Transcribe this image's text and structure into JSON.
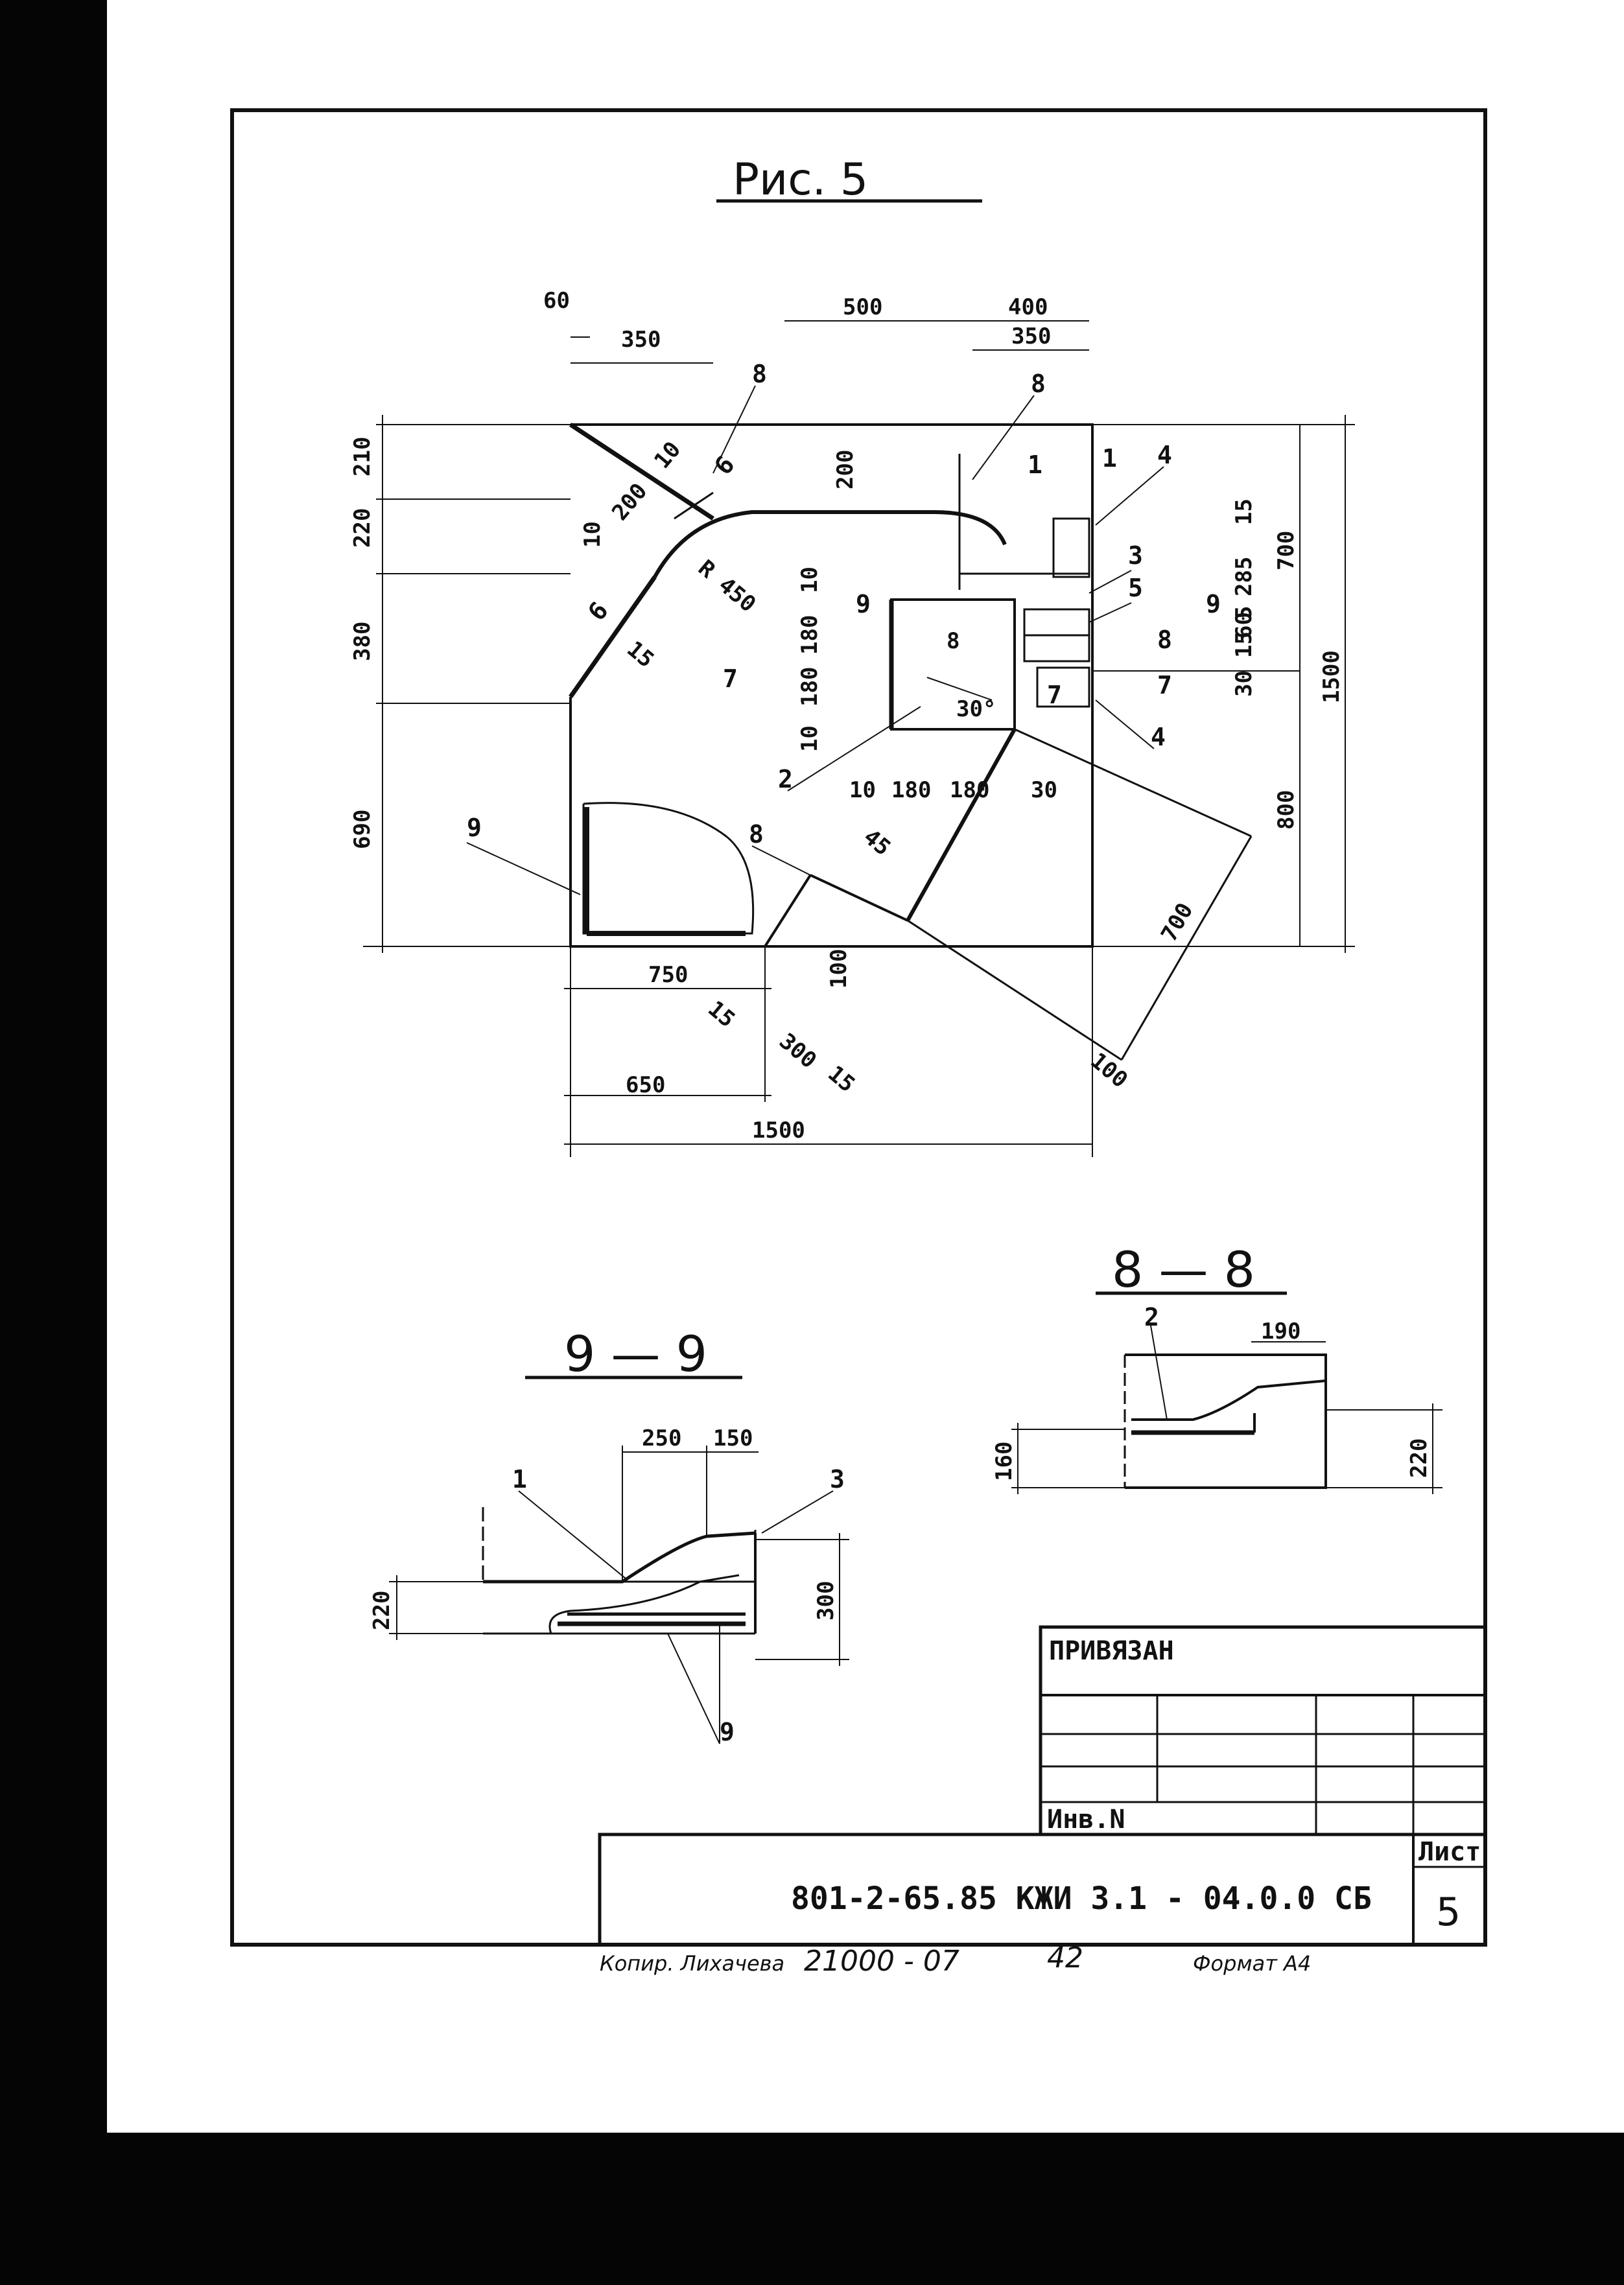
{
  "figure": {
    "title": "Рис. 5"
  },
  "plan": {
    "dims_top": [
      "60",
      "350",
      "500",
      "400",
      "350"
    ],
    "dims_left": [
      "210",
      "220",
      "380",
      "690"
    ],
    "dims_right": [
      "1500",
      "700",
      "800",
      "15",
      "285",
      "5",
      "30",
      "15",
      "60",
      "15",
      "5",
      "5"
    ],
    "dims_bottom": [
      "750",
      "650",
      "1500",
      "15",
      "300",
      "15",
      "100"
    ],
    "dims_inner": [
      "200",
      "10",
      "200",
      "10",
      "15",
      "R 450",
      "10",
      "180",
      "180",
      "10",
      "10",
      "180",
      "180",
      "30",
      "45",
      "700",
      "30°",
      "8",
      "100"
    ],
    "callouts": [
      "8",
      "8",
      "6",
      "6",
      "1",
      "1",
      "4",
      "3",
      "5",
      "9",
      "9",
      "8",
      "7",
      "7",
      "4",
      "2",
      "9",
      "8",
      "7"
    ]
  },
  "section_88": {
    "title": "8 — 8",
    "dims": [
      "190",
      "160",
      "220"
    ],
    "callouts": [
      "2"
    ]
  },
  "section_99": {
    "title": "9 — 9",
    "dims": [
      "250",
      "150",
      "220",
      "300"
    ],
    "callouts": [
      "1",
      "3",
      "9"
    ]
  },
  "title_block": {
    "bound_label": "ПРИВЯЗАН",
    "inv_label": "Инв.N",
    "sheet_label": "Лист",
    "sheet_number": "5",
    "document_code": "801-2-65.85  КЖИ 3.1 - 04.0.0 СБ"
  },
  "footer": {
    "copied": "Копир. Лихачева",
    "order": "21000 - 07",
    "page": "42",
    "format": "Формат А4"
  }
}
